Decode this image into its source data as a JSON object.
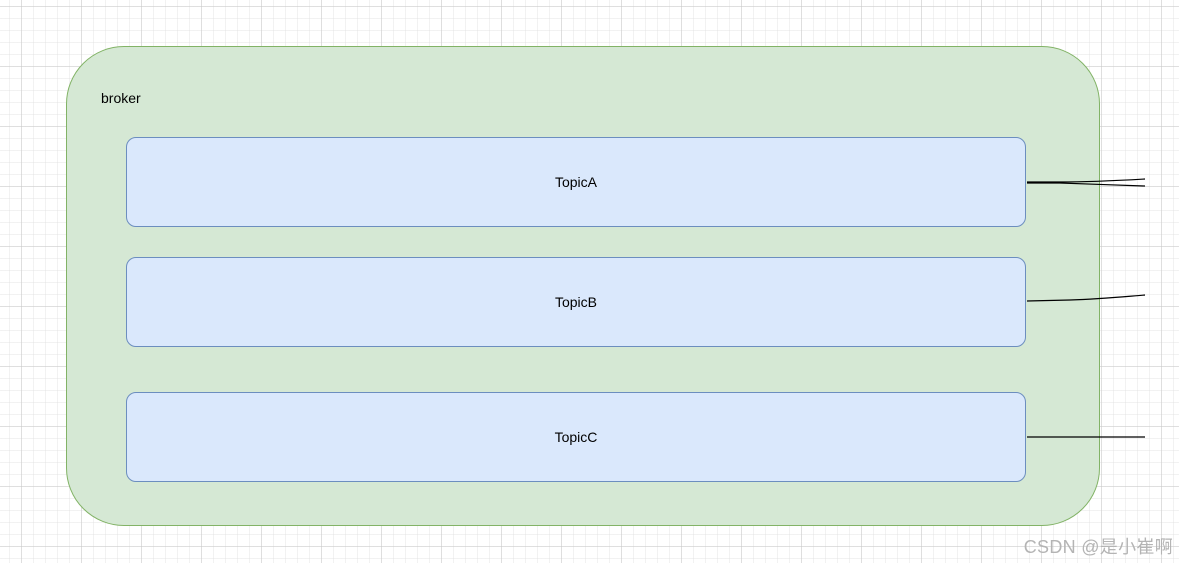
{
  "diagram": {
    "broker": {
      "label": "broker"
    },
    "topics": [
      {
        "label": "TopicA"
      },
      {
        "label": "TopicB"
      },
      {
        "label": "TopicC"
      }
    ],
    "colors": {
      "broker_fill": "#d5e8d4",
      "broker_stroke": "#82b366",
      "topic_fill": "#dae8fc",
      "topic_stroke": "#6c8ebf",
      "edge": "#000000"
    }
  },
  "watermark": {
    "text": "CSDN @是小崔啊"
  }
}
